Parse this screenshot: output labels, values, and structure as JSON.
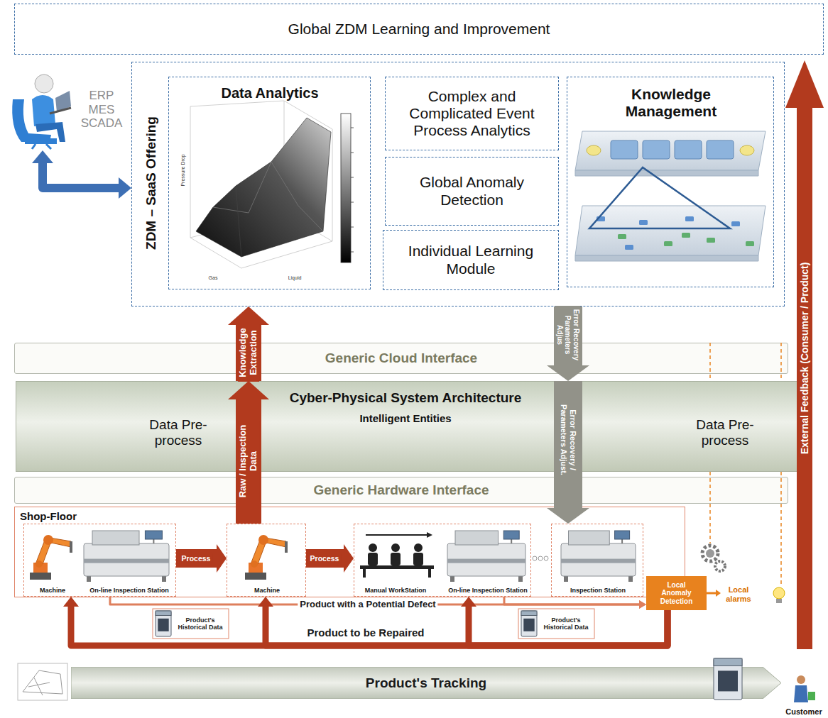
{
  "diagram": {
    "nodes": [
      {
        "text": [
          "Global ZDM Learning and Improvement"
        ]
      },
      {
        "text": [
          "ERP MES SCADA"
        ]
      },
      {
        "text": [
          "ZDM – SaaS Offering"
        ]
      },
      {
        "text": [
          "Data Analytics"
        ],
        "in": 2
      },
      {
        "text": [
          "Complex and Complicated Event Process Analytics"
        ],
        "in": 2
      },
      {
        "text": [
          "Global Anomaly Detection"
        ],
        "in": 2
      },
      {
        "text": [
          "Individual Learning Module"
        ],
        "in": 2
      },
      {
        "text": [
          "Knowledge Management"
        ],
        "in": 2
      },
      {
        "text": [
          "Generic Cloud Interface"
        ]
      },
      {
        "text": [
          "Cyber-Physical System Architecture",
          "Intelligent Entities",
          "Data Pre-process",
          "Data Pre-process"
        ]
      },
      {
        "text": [
          "Generic Hardware Interface"
        ]
      },
      {
        "text": [
          "Shop-Floor"
        ]
      },
      {
        "text": [
          "Machine",
          "On-line Inspection Station"
        ],
        "in": 11
      },
      {
        "text": [
          "Machine"
        ],
        "in": 11
      },
      {
        "text": [
          "Manual WorkStation",
          "On-line Inspection Station"
        ],
        "in": 11
      },
      {
        "text": [
          "Inspection Station"
        ],
        "in": 11
      },
      {
        "text": [
          "Local Anomaly Detection"
        ]
      },
      {
        "text": [
          "Product's Tracking"
        ]
      }
    ],
    "edges": [
      {
        "from": 1,
        "to": 2,
        "arrow": "both"
      },
      {
        "from": 9,
        "to": 2,
        "arrow": "to",
        "label": "Knowledge Extraction"
      },
      {
        "from": 13,
        "to": 9,
        "arrow": "to",
        "label": "Raw / Inspection Data"
      },
      {
        "from": 2,
        "to": 9,
        "arrow": "to",
        "label": "Error Recovery Parameters Adjus"
      },
      {
        "from": 9,
        "to": 15,
        "arrow": "to",
        "label": "Error Recovery / Parameters Adjust."
      },
      {
        "from": 12,
        "to": 13,
        "arrow": "to",
        "label": "Process"
      },
      {
        "from": 13,
        "to": 14,
        "arrow": "to",
        "label": "Process"
      },
      {
        "from": 12,
        "to": 16,
        "arrow": "to",
        "label": "Product with a Potential Defect"
      },
      {
        "from": 14,
        "to": 16,
        "arrow": "to"
      },
      {
        "from": 16,
        "to": 12,
        "arrow": "to",
        "label": "Product to be Repaired"
      },
      {
        "from": 16,
        "to": 13,
        "arrow": "to"
      },
      {
        "from": 16,
        "to": 14,
        "arrow": "to"
      }
    ],
    "labels": [
      "Pressure Drop",
      "Gas",
      "Liquid",
      "Local alarms",
      "Product's Historical Data",
      "Product's Historical Data",
      "Customer",
      "External Feedback (Consumer / Product)"
    ]
  }
}
